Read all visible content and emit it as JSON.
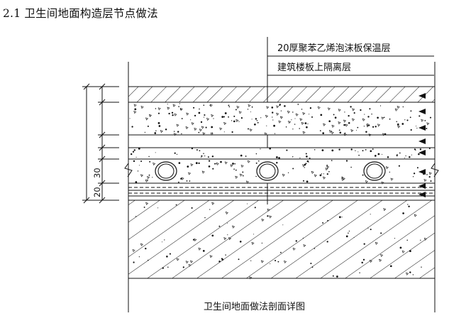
{
  "title": "2.1 卫生间地面构造层节点做法",
  "callouts": [
    "20厚聚苯乙烯泡沫板保温层",
    "建筑楼板上隔离层"
  ],
  "caption": "卫生间地面做法剖面详图",
  "dimensions": [
    "30",
    "20"
  ],
  "colors": {
    "line": "#111111",
    "background": "#ffffff"
  }
}
